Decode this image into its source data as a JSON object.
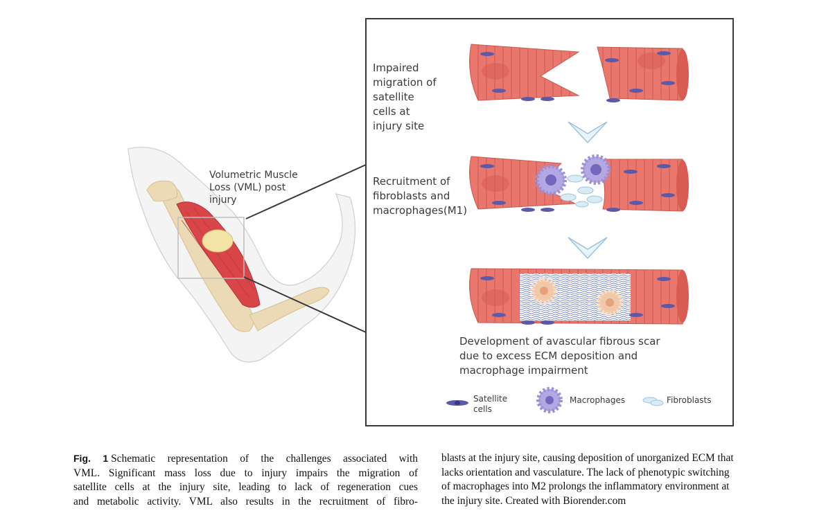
{
  "figure": {
    "arm_label": [
      "Volumetric Muscle",
      "Loss (VML) post",
      "injury"
    ],
    "stage1_label": [
      "Impaired",
      "migration of",
      "satellite",
      "cells at",
      "injury site"
    ],
    "stage2_label": [
      "Recruitment of",
      "fibroblasts and",
      "macrophages(M1)"
    ],
    "stage3_label": [
      "Development of avascular fibrous scar",
      "due to excess ECM deposition and",
      "macrophage impairment"
    ],
    "legend": {
      "satellite": [
        "Satellite",
        "cells"
      ],
      "macrophages": "Macrophages",
      "fibroblasts": "Fibroblasts"
    },
    "colors": {
      "muscle": "#e9776d",
      "muscle_dark": "#d85c52",
      "satellite": "#5b59a8",
      "macrophage": "#9b8fd6",
      "fibroblast": "#b9d7e6",
      "m2": "#f2c9a8",
      "arrow": "#9cc3dc",
      "frame": "#3a3a3a"
    }
  },
  "caption": {
    "label": "Fig. 1",
    "left_lines": [
      "Schematic representation of the challenges associated with",
      "VML. Significant mass loss due to injury impairs the migration of",
      "satellite cells at the injury site, leading to lack of regeneration cues",
      "and metabolic activity. VML also results in the recruitment of fibro-"
    ],
    "right_lines": [
      "blasts at the injury site, causing deposition of unorganized ECM that",
      "lacks orientation and vasculature. The lack of phenotypic switching",
      "of macrophages into M2 prolongs the inflammatory environment at",
      "the injury site. Created with Biorender.com"
    ]
  }
}
